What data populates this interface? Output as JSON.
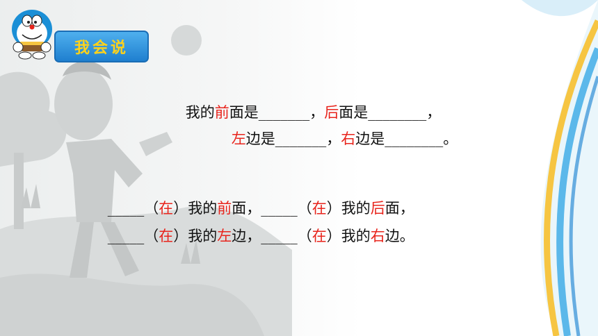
{
  "badge": {
    "label": "我会说"
  },
  "sentences": [
    {
      "p1": "我的",
      "r1": "前",
      "p2": "面是_______，",
      "r2": "后",
      "p3": "面是________，"
    },
    {
      "p1": "",
      "r1": "左",
      "p2": "边是_______，",
      "r2": "右",
      "p3": "边是________。"
    },
    {
      "p1": "_____（",
      "r1": "在",
      "p2": "）我的",
      "r2": "前",
      "p3": "面，_____（",
      "r3": "在",
      "p4": "）我的",
      "r4": "后",
      "p5": "面，"
    },
    {
      "p1": "_____（",
      "r1": "在",
      "p2": "）我的",
      "r2": "左",
      "p3": "边，_____（",
      "r3": "在",
      "p4": "）我的",
      "r4": "右",
      "p5": "边。"
    }
  ],
  "colors": {
    "accent": "#e8241c",
    "badge_bg": "#2b8fdc",
    "badge_text": "#ffd21a"
  },
  "icons": {
    "mascot": "doraemon-mascot-icon"
  }
}
